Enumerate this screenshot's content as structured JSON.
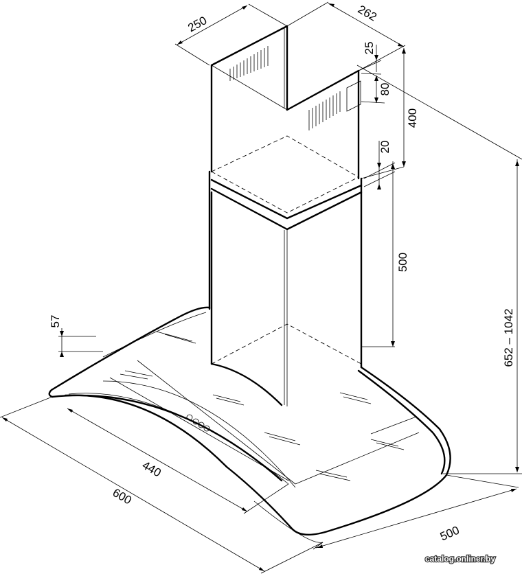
{
  "dimensions": {
    "d250": "250",
    "d262": "262",
    "d25": "25",
    "d80": "80",
    "d400": "400",
    "d20": "20",
    "d500_height": "500",
    "d652_1042": "652 – 1042",
    "d57": "57",
    "d440": "440",
    "d600": "600",
    "d500_depth": "500"
  },
  "watermark": "catalog.onliner.by"
}
